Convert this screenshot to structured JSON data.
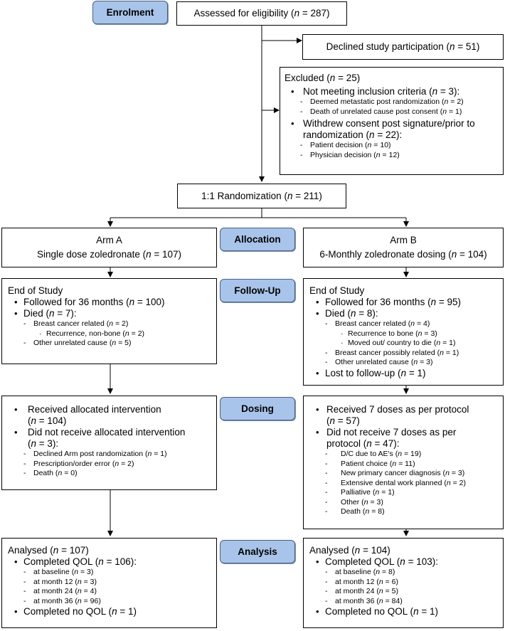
{
  "stages": {
    "enrolment": "Enrolment",
    "allocation": "Allocation",
    "follow_up": "Follow-Up",
    "dosing": "Dosing",
    "analysis": "Analysis"
  },
  "assessed": {
    "pre": "Assessed for eligibility (",
    "n": "n",
    "post": " = 287)"
  },
  "declined": {
    "pre": "Declined study participation (",
    "n": "n",
    "post": " = 51)"
  },
  "excluded": {
    "title": {
      "pre": "Excluded (",
      "n": "n",
      "post": " = 25)"
    },
    "b1": {
      "pre": "Not meeting inclusion criteria (",
      "n": "n",
      "post": " = 3):"
    },
    "b1_items": [
      {
        "pre": "Deemed metastatic post randomization (",
        "n": "n",
        "post": " = 2)"
      },
      {
        "pre": "Death of unrelated cause post consent (",
        "n": "n",
        "post": " = 1)"
      }
    ],
    "b2_line1": "Withdrew consent post signature/prior to",
    "b2_line2": {
      "pre": "randomization (",
      "n": "n",
      "post": " = 22):"
    },
    "b2_items": [
      {
        "pre": "Patient decision (",
        "n": "n",
        "post": " = 10)"
      },
      {
        "pre": "Physician decision (",
        "n": "n",
        "post": " = 12)"
      }
    ]
  },
  "randomization": {
    "pre": "1:1 Randomization (",
    "n": "n",
    "post": " = 211)"
  },
  "arm_a": {
    "title": "Arm A",
    "subtitle": {
      "pre": "Single dose zoledronate (",
      "n": "n",
      "post": " = 107)"
    },
    "follow": {
      "title": "End of Study",
      "followed": {
        "pre": "Followed for 36 months (",
        "n": "n",
        "post": " = 100)"
      },
      "died": {
        "pre": "Died (",
        "n": "n",
        "post": " = 7):"
      },
      "d1": {
        "pre": "Breast cancer related (",
        "n": "n",
        "post": " = 2)"
      },
      "d1a": {
        "pre": "Recurrence, non-bone (",
        "n": "n",
        "post": " = 2)"
      },
      "d2": {
        "pre": "Other unrelated cause (",
        "n": "n",
        "post": " = 5)"
      }
    },
    "dosing": {
      "recv_line1": "Received allocated intervention",
      "recv_line2": {
        "pre": "(",
        "n": "n",
        "post": " = 104)"
      },
      "notrecv_line1": "Did not receive allocated intervention",
      "notrecv_line2": {
        "pre": "(",
        "n": "n",
        "post": " = 3):"
      },
      "items": [
        {
          "pre": "Declined Arm post randomization (",
          "n": "n",
          "post": " = 1)"
        },
        {
          "pre": "Prescription/order error (",
          "n": "n",
          "post": " = 2)"
        },
        {
          "pre": "Death (",
          "n": "n",
          "post": " = 0)"
        }
      ]
    },
    "analysis": {
      "title": {
        "pre": "Analysed (",
        "n": "n",
        "post": " = 107)"
      },
      "qol": {
        "pre": "Completed QOL (",
        "n": "n",
        "post": " = 106):"
      },
      "items": [
        {
          "pre": "at baseline (",
          "n": "n",
          "post": " = 3)"
        },
        {
          "pre": "at month 12 (",
          "n": "n",
          "post": " = 3)"
        },
        {
          "pre": "at month 24 (",
          "n": "n",
          "post": " = 4)"
        },
        {
          "pre": "at month 36 (",
          "n": "n",
          "post": " = 96)"
        }
      ],
      "noqol": {
        "pre": "Completed no QOL (",
        "n": "n",
        "post": " = 1)"
      }
    }
  },
  "arm_b": {
    "title": "Arm B",
    "subtitle": {
      "pre": "6-Monthly zoledronate dosing (",
      "n": "n",
      "post": " = 104)"
    },
    "follow": {
      "title": "End of Study",
      "followed": {
        "pre": "Followed for 36 months (",
        "n": "n",
        "post": " = 95)"
      },
      "died": {
        "pre": "Died (",
        "n": "n",
        "post": " = 8):"
      },
      "d1": {
        "pre": "Breast cancer related (",
        "n": "n",
        "post": " = 4)"
      },
      "d1a": {
        "pre": "Recurrence to bone (",
        "n": "n",
        "post": " = 3)"
      },
      "d1b": {
        "pre": "Moved out/ country to die (",
        "n": "n",
        "post": " = 1)"
      },
      "d2": {
        "pre": "Breast cancer possibly related (",
        "n": "n",
        "post": " = 1)"
      },
      "d3": {
        "pre": "Other unrelated cause (",
        "n": "n",
        "post": " = 3)"
      },
      "lost": {
        "pre": "Lost to follow-up (",
        "n": "n",
        "post": " = 1)"
      }
    },
    "dosing": {
      "recv_line1": "Received 7 doses as per protocol",
      "recv_line2": {
        "pre": "(",
        "n": "n",
        "post": " = 57)"
      },
      "notrecv_line1": "Did not receive 7 doses as per",
      "notrecv_line2": {
        "pre": "protocol (",
        "n": "n",
        "post": " = 47):"
      },
      "items": [
        {
          "pre": "D/C due to AE's (",
          "n": "n",
          "post": " = 19)"
        },
        {
          "pre": "Patient choice (",
          "n": "n",
          "post": " = 11)"
        },
        {
          "pre": "New primary cancer diagnosis (",
          "n": "n",
          "post": " = 3)"
        },
        {
          "pre": "Extensive dental work planned (",
          "n": "n",
          "post": " = 2)"
        },
        {
          "pre": "Palliative (",
          "n": "n",
          "post": " = 1)"
        },
        {
          "pre": "Other (",
          "n": "n",
          "post": " = 3)"
        },
        {
          "pre": "Death (",
          "n": "n",
          "post": " = 8)"
        }
      ]
    },
    "analysis": {
      "title": {
        "pre": "Analysed (",
        "n": "n",
        "post": " = 104)"
      },
      "qol": {
        "pre": "Completed QOL (",
        "n": "n",
        "post": " = 103):"
      },
      "items": [
        {
          "pre": "at baseline (",
          "n": "n",
          "post": " = 8)"
        },
        {
          "pre": "at month 12 (",
          "n": "n",
          "post": " = 6)"
        },
        {
          "pre": "at month 24 (",
          "n": "n",
          "post": " = 5)"
        },
        {
          "pre": "at month 36 (",
          "n": "n",
          "post": " = 84)"
        }
      ],
      "noqol": {
        "pre": "Completed no QOL (",
        "n": "n",
        "post": " = 1)"
      }
    }
  }
}
